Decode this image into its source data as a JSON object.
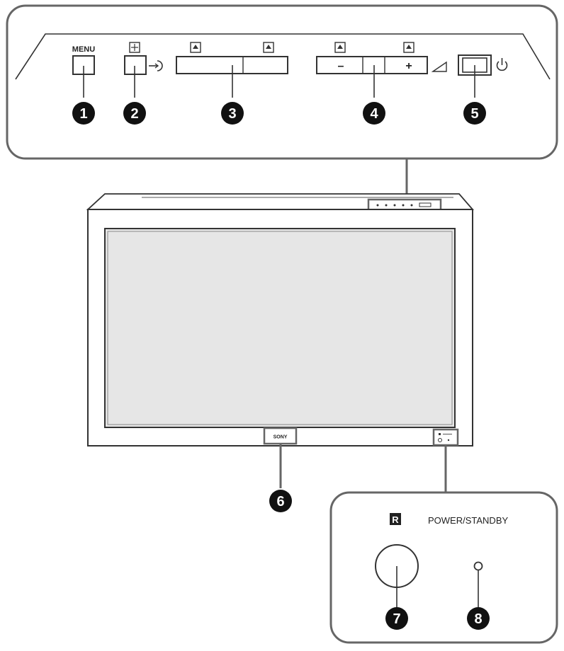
{
  "top_panel": {
    "menu_label": "MENU",
    "volume_minus": "–",
    "volume_plus": "+"
  },
  "callouts": [
    "1",
    "2",
    "3",
    "4",
    "5",
    "6",
    "7",
    "8"
  ],
  "tv": {
    "brand": "SONY"
  },
  "detail_panel": {
    "remote_sensor_label": "R",
    "power_standby_label": "POWER/STANDBY"
  },
  "icons": {
    "menu_button": "square-button",
    "input_select": "input-arrow-icon",
    "input_target": "input-target-icon",
    "channel_arrows": "plus-box-icon",
    "volume_ramp": "volume-ramp-icon",
    "power": "power-icon",
    "remote_sensor": "remote-sensor-icon"
  },
  "colors": {
    "line": "#333333",
    "panel_border": "#666666",
    "screen_fill": "#e6e6e6",
    "bezel_fill": "#ffffff",
    "callout_fill": "#111111"
  }
}
